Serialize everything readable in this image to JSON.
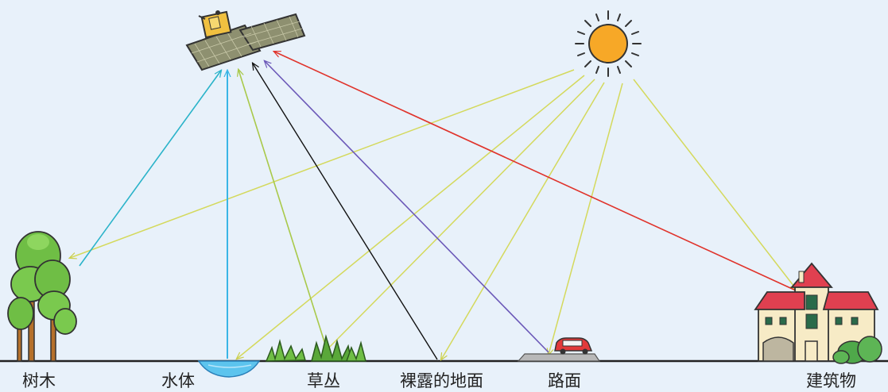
{
  "labels": {
    "tree": "树木",
    "water": "水体",
    "grass": "草丛",
    "bare_ground": "裸露的地面",
    "road": "路面",
    "building": "建筑物"
  },
  "colors": {
    "background": "#e8f1fa",
    "sun_ray": "#d4d95c",
    "tree_reflection": "#2ab3c9",
    "water_reflection": "#39b5e6",
    "grass_reflection": "#a9c94a",
    "ground_reflection": "#111111",
    "road_reflection": "#6b58b8",
    "building_reflection": "#e0332b",
    "sun": "#f7a827",
    "satellite_body": "#f0c040",
    "panel": "#8a8a6a"
  }
}
